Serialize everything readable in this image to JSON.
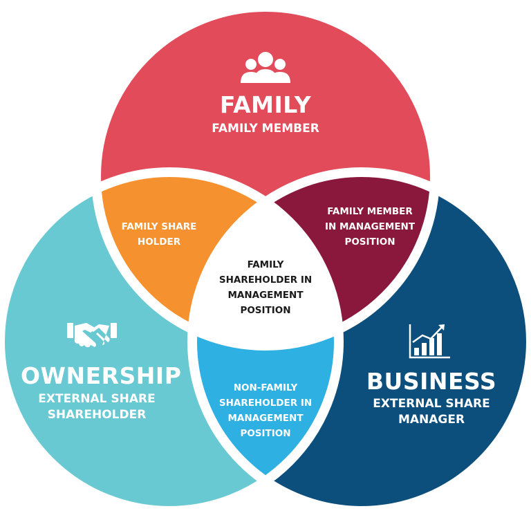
{
  "colors": {
    "family": "#e14b5a",
    "ownership": "#69c9d2",
    "business": "#0d4f7c",
    "family_ownership": "#f5922f",
    "family_business": "#8a173c",
    "ownership_business": "#2fb0e3",
    "center": "#ffffff",
    "gap": "#ffffff"
  },
  "icons": {
    "family": "people-group-icon",
    "ownership": "handshake-icon",
    "business": "bar-chart-growth-icon"
  },
  "family": {
    "title": "FAMILY",
    "subtitle": "FAMILY MEMBER"
  },
  "ownership": {
    "title": "OWNERSHIP",
    "subtitle": "EXTERNAL SHARE\nSHAREHOLDER"
  },
  "business": {
    "title": "BUSINESS",
    "subtitle": "EXTERNAL SHARE\nMANAGER"
  },
  "overlaps": {
    "family_ownership": "FAMILY SHARE\nHOLDER",
    "family_business": "FAMILY MEMBER\nIN MANAGEMENT\nPOSITION",
    "ownership_business": "NON-FAMILY\nSHAREHOLDER IN\nMANAGEMENT\nPOSITION",
    "center": "FAMILY\nSHAREHOLDER IN\nMANAGEMENT\nPOSITION"
  }
}
